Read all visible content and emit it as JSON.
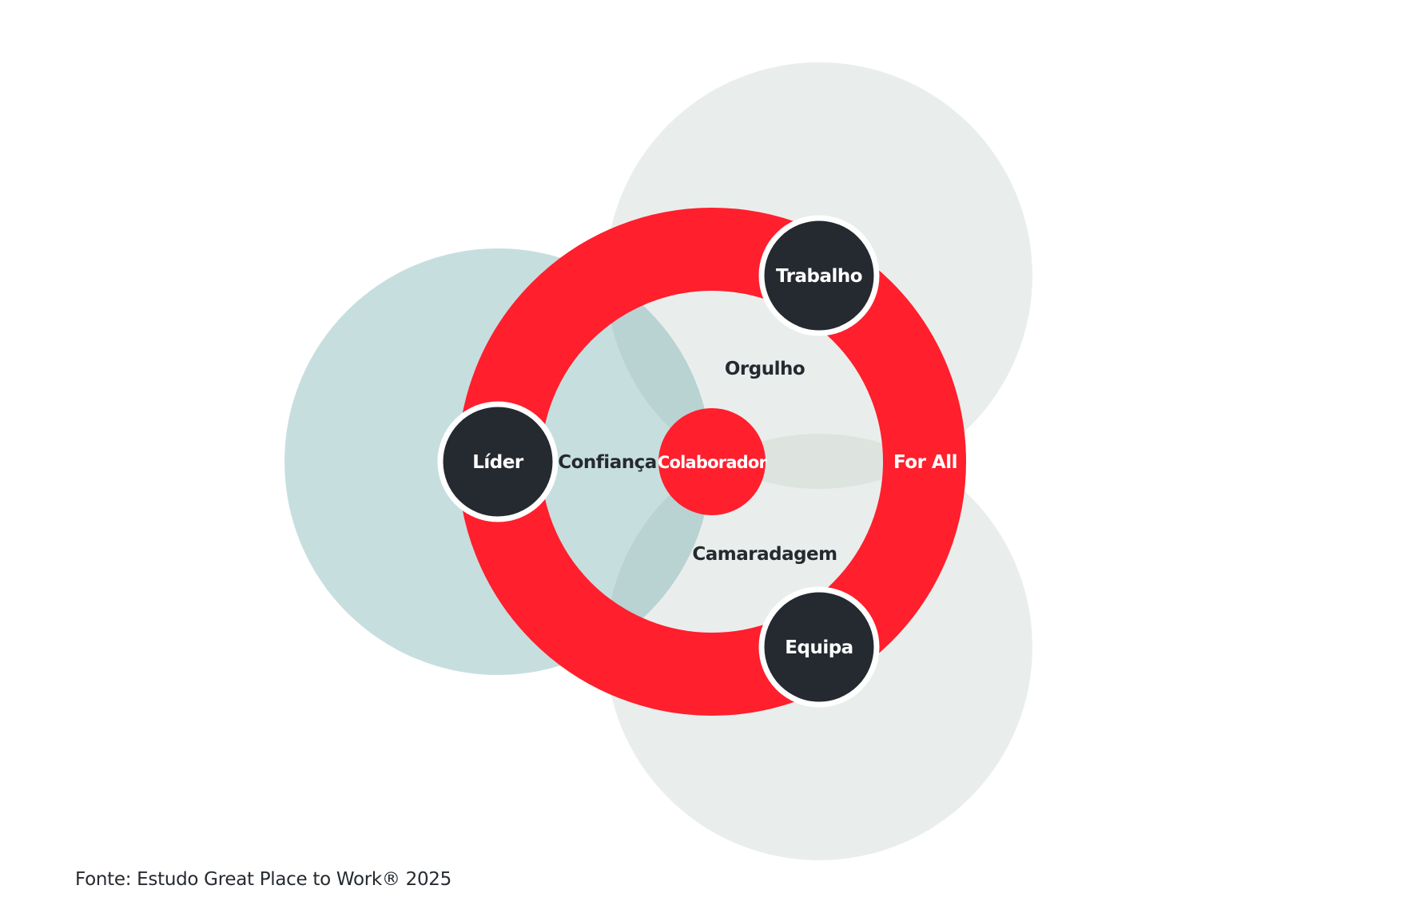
{
  "colors": {
    "background": "#ffffff",
    "bubble_left": "#c7dedf",
    "bubble_right": "#e9eeec",
    "overlap_tint": "#b9d2d2",
    "ring": "#ff1f2d",
    "node_fill": "#252a30",
    "node_outline": "#ffffff",
    "label_dark": "#252a30",
    "label_light": "#ffffff"
  },
  "diagram": {
    "center": {
      "label": "Colaborador"
    },
    "ring": {
      "label": "For All"
    },
    "nodes": [
      {
        "key": "lider",
        "label": "Líder",
        "icon": "circle-node"
      },
      {
        "key": "trabalho",
        "label": "Trabalho",
        "icon": "circle-node"
      },
      {
        "key": "equipa",
        "label": "Equipa",
        "icon": "circle-node"
      }
    ],
    "relations": [
      {
        "key": "confianca",
        "label": "Confiança"
      },
      {
        "key": "orgulho",
        "label": "Orgulho"
      },
      {
        "key": "camaradagem",
        "label": "Camaradagem"
      }
    ]
  },
  "footer": {
    "source": "Fonte: Estudo Great Place to Work® 2025"
  }
}
